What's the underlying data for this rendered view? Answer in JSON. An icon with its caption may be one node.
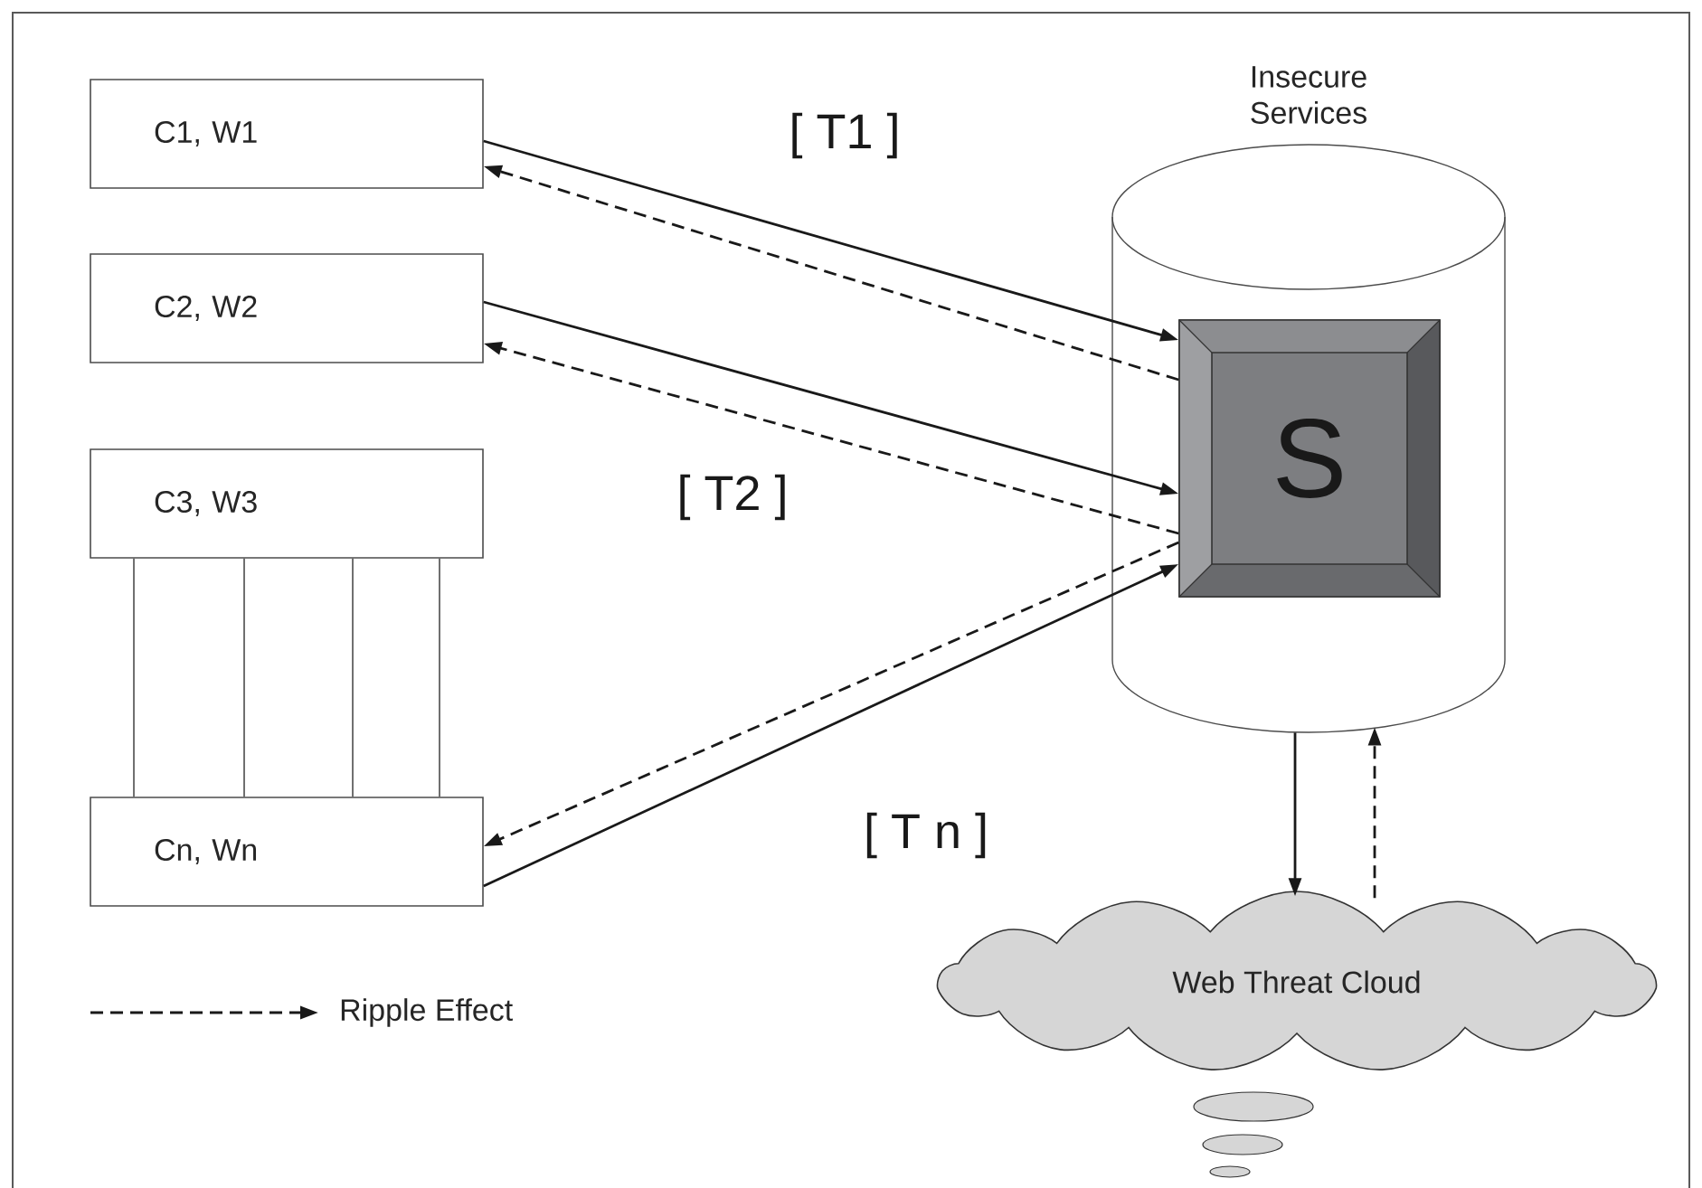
{
  "diagram": {
    "nodes": [
      {
        "text": [
          "C1, W1"
        ]
      },
      {
        "text": [
          "C2, W2"
        ]
      },
      {
        "text": [
          "C3, W3"
        ]
      },
      {
        "text": [
          "Cn, Wn"
        ]
      },
      {
        "text": [
          "Insecure Services"
        ]
      },
      {
        "text": [
          "S"
        ],
        "in": 4
      },
      {
        "text": [
          "Web Threat Cloud"
        ]
      }
    ],
    "edges": [
      {
        "from": 0,
        "to": 5,
        "arrow": "to"
      },
      {
        "from": 5,
        "to": 0,
        "arrow": "to",
        "style": "dashed"
      },
      {
        "from": 1,
        "to": 5,
        "arrow": "to"
      },
      {
        "from": 5,
        "to": 1,
        "arrow": "to",
        "style": "dashed"
      },
      {
        "from": 3,
        "to": 5,
        "arrow": "to"
      },
      {
        "from": 5,
        "to": 3,
        "arrow": "to",
        "style": "dashed"
      },
      {
        "from": 4,
        "to": 6,
        "arrow": "to"
      },
      {
        "from": 6,
        "to": 4,
        "arrow": "to",
        "style": "dashed"
      },
      {
        "from": 2,
        "to": 3,
        "arrow": "none"
      },
      {
        "from": 2,
        "to": 3,
        "arrow": "none"
      },
      {
        "from": 2,
        "to": 3,
        "arrow": "none"
      },
      {
        "from": 2,
        "to": 3,
        "arrow": "none"
      }
    ],
    "labels": [
      "[ T1 ]",
      "[ T2 ]",
      "[ T n ]"
    ],
    "legend": [
      {
        "text": "Ripple Effect"
      }
    ]
  }
}
